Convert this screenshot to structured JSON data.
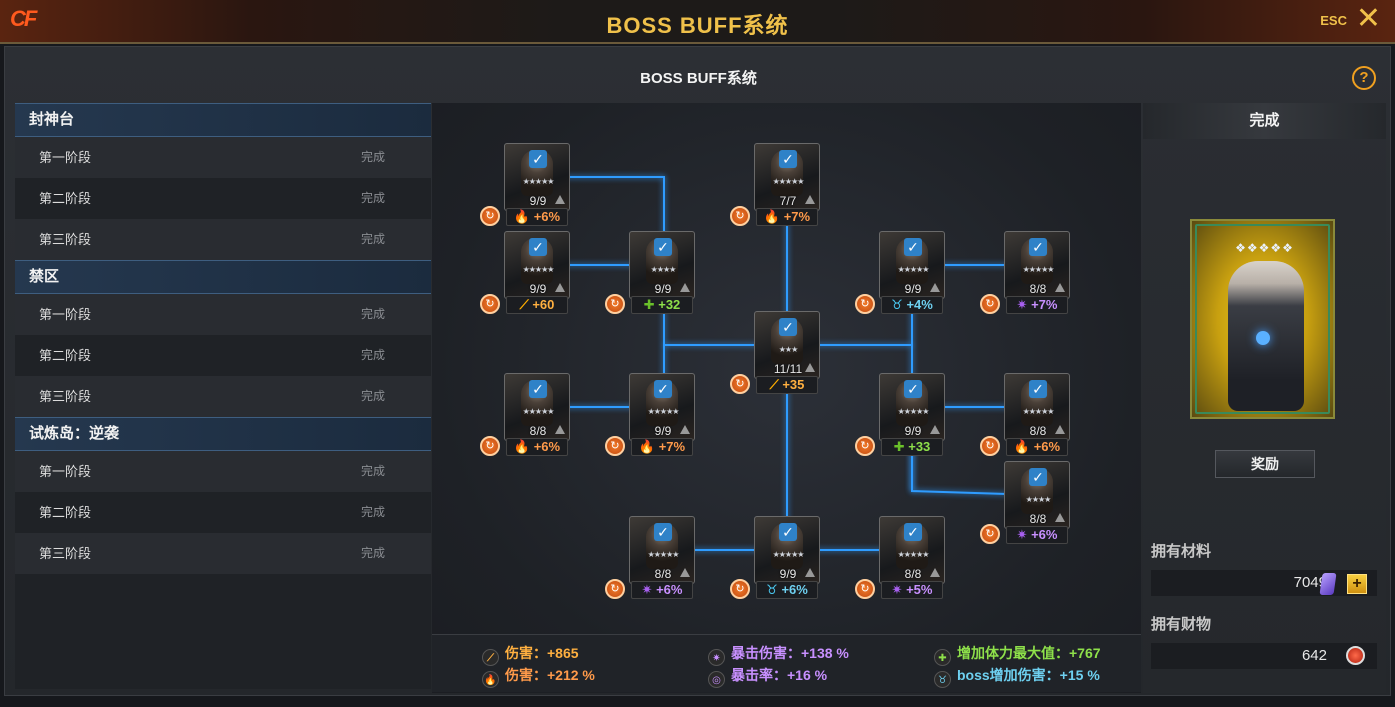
{
  "window": {
    "logo_text": "CF",
    "title": "BOSS BUFF系统",
    "esc_label": "ESC",
    "close_glyph": "✕"
  },
  "panel": {
    "subtitle": "BOSS BUFF系统",
    "help_glyph": "?"
  },
  "sidebar": {
    "categories": [
      {
        "name": "封神台",
        "stages": [
          {
            "name": "第一阶段",
            "status": "完成"
          },
          {
            "name": "第二阶段",
            "status": "完成"
          },
          {
            "name": "第三阶段",
            "status": "完成"
          }
        ]
      },
      {
        "name": "禁区",
        "stages": [
          {
            "name": "第一阶段",
            "status": "完成"
          },
          {
            "name": "第二阶段",
            "status": "完成"
          },
          {
            "name": "第三阶段",
            "status": "完成"
          }
        ]
      },
      {
        "name": "试炼岛：逆袭",
        "stages": [
          {
            "name": "第一阶段",
            "status": "完成"
          },
          {
            "name": "第二阶段",
            "status": "完成"
          },
          {
            "name": "第三阶段",
            "status": "完成"
          }
        ]
      }
    ]
  },
  "nodes": [
    {
      "id": "n1",
      "stars": "★★★★★",
      "progress": "9/9",
      "buff_type": "fire",
      "buff_icon": "🔥",
      "buff": "+6%"
    },
    {
      "id": "n2",
      "stars": "★★★★★",
      "progress": "9/9",
      "buff_type": "blade",
      "buff_icon": "⟋",
      "buff": "+60"
    },
    {
      "id": "n3",
      "stars": "★★★★",
      "progress": "9/9",
      "buff_type": "hp",
      "buff_icon": "✚",
      "buff": "+32"
    },
    {
      "id": "n4",
      "stars": "★★★★★",
      "progress": "8/8",
      "buff_type": "fire",
      "buff_icon": "🔥",
      "buff": "+6%"
    },
    {
      "id": "n5",
      "stars": "★★★★★",
      "progress": "9/9",
      "buff_type": "fire",
      "buff_icon": "🔥",
      "buff": "+7%"
    },
    {
      "id": "n6",
      "stars": "★★★★★",
      "progress": "7/7",
      "buff_type": "fire",
      "buff_icon": "🔥",
      "buff": "+7%"
    },
    {
      "id": "n7",
      "stars": "★★★",
      "progress": "11/11",
      "buff_type": "blade",
      "buff_icon": "⟋",
      "buff": "+35"
    },
    {
      "id": "n8",
      "stars": "★★★★★",
      "progress": "8/8",
      "buff_type": "crit",
      "buff_icon": "✷",
      "buff": "+6%"
    },
    {
      "id": "n9",
      "stars": "★★★★★",
      "progress": "9/9",
      "buff_type": "boss",
      "buff_icon": "♉",
      "buff": "+6%"
    },
    {
      "id": "n10",
      "stars": "★★★★★",
      "progress": "9/9",
      "buff_type": "boss",
      "buff_icon": "♉",
      "buff": "+4%"
    },
    {
      "id": "n11",
      "stars": "★★★★★",
      "progress": "8/8",
      "buff_type": "crit",
      "buff_icon": "✷",
      "buff": "+7%"
    },
    {
      "id": "n12",
      "stars": "★★★★★",
      "progress": "9/9",
      "buff_type": "hp",
      "buff_icon": "✚",
      "buff": "+33"
    },
    {
      "id": "n13",
      "stars": "★★★★★",
      "progress": "8/8",
      "buff_type": "fire",
      "buff_icon": "🔥",
      "buff": "+6%"
    },
    {
      "id": "n14",
      "stars": "★★★★",
      "progress": "8/8",
      "buff_type": "crit",
      "buff_icon": "✷",
      "buff": "+6%"
    },
    {
      "id": "n15",
      "stars": "★★★★★",
      "progress": "8/8",
      "buff_type": "crit",
      "buff_icon": "✷",
      "buff": "+5%"
    }
  ],
  "node_check_glyph": "✓",
  "refresh_glyph": "↻",
  "stats": [
    {
      "icon": "blade-icon",
      "glyph": "⟋",
      "label": "伤害：+865",
      "color": "#ffb040"
    },
    {
      "icon": "fire-icon",
      "glyph": "🔥",
      "label": "伤害：+212 %",
      "color": "#ff9a4a"
    },
    {
      "icon": "crit-damage-icon",
      "glyph": "✷",
      "label": "暴击伤害：+138 %",
      "color": "#c890ff"
    },
    {
      "icon": "crit-rate-icon",
      "glyph": "◎",
      "label": "暴击率：+16 %",
      "color": "#c890ff"
    },
    {
      "icon": "hp-icon",
      "glyph": "✚",
      "label": "增加体力最大值：+767",
      "color": "#8ee04a"
    },
    {
      "icon": "boss-icon",
      "glyph": "♉",
      "label": "boss增加伤害：+15 %",
      "color": "#6ed0f0"
    }
  ],
  "right": {
    "header": "完成",
    "card_stars": "❖❖❖❖❖",
    "reward_button": "奖励",
    "materials_label": "拥有材料",
    "materials_value": "7049",
    "plus_glyph": "+",
    "wealth_label": "拥有财物",
    "wealth_value": "642"
  },
  "colors": {
    "accent": "#f0c14a",
    "link": "#2f9cff",
    "category_bg": "#25384f"
  }
}
